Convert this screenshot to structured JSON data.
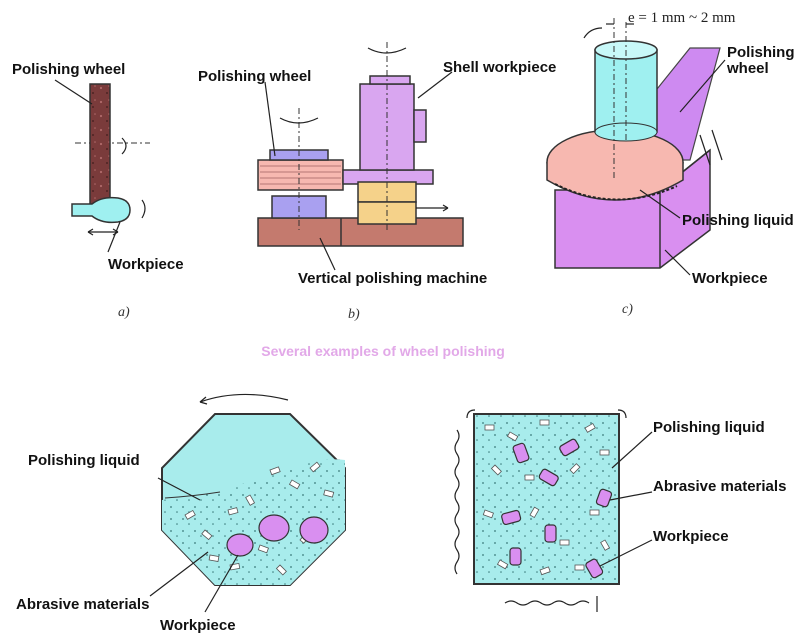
{
  "diagram_a": {
    "polishing_wheel": "Polishing wheel",
    "workpiece": "Workpiece",
    "sublabel": "a)"
  },
  "diagram_b": {
    "polishing_wheel": "Polishing wheel",
    "shell_workpiece": "Shell workpiece",
    "vertical_machine": "Vertical polishing machine",
    "sublabel": "b)"
  },
  "diagram_c": {
    "eccentricity": "e = 1 mm ~ 2 mm",
    "polishing_wheel_line1": "Polishing",
    "polishing_wheel_line2": "wheel",
    "polishing_liquid": "Polishing liquid",
    "workpiece": "Workpiece",
    "sublabel": "c)"
  },
  "caption": "Several examples of wheel polishing",
  "diagram_barrel": {
    "polishing_liquid": "Polishing liquid",
    "abrasive_materials": "Abrasive materials",
    "workpiece": "Workpiece"
  },
  "diagram_vibratory": {
    "polishing_liquid": "Polishing liquid",
    "abrasive_materials": "Abrasive materials",
    "workpiece": "Workpiece"
  },
  "colors": {
    "wheel_brown": "#7a3b3b",
    "workpiece_cyan": "#9ff0f0",
    "liquid_cyan": "#a8ecec",
    "shell_purple": "#d9a6f0",
    "base_brown": "#c47a6e",
    "disc_pink": "#f7b8b0",
    "block_purple": "#d98ff0",
    "caption_pink": "#e2a8e8"
  }
}
